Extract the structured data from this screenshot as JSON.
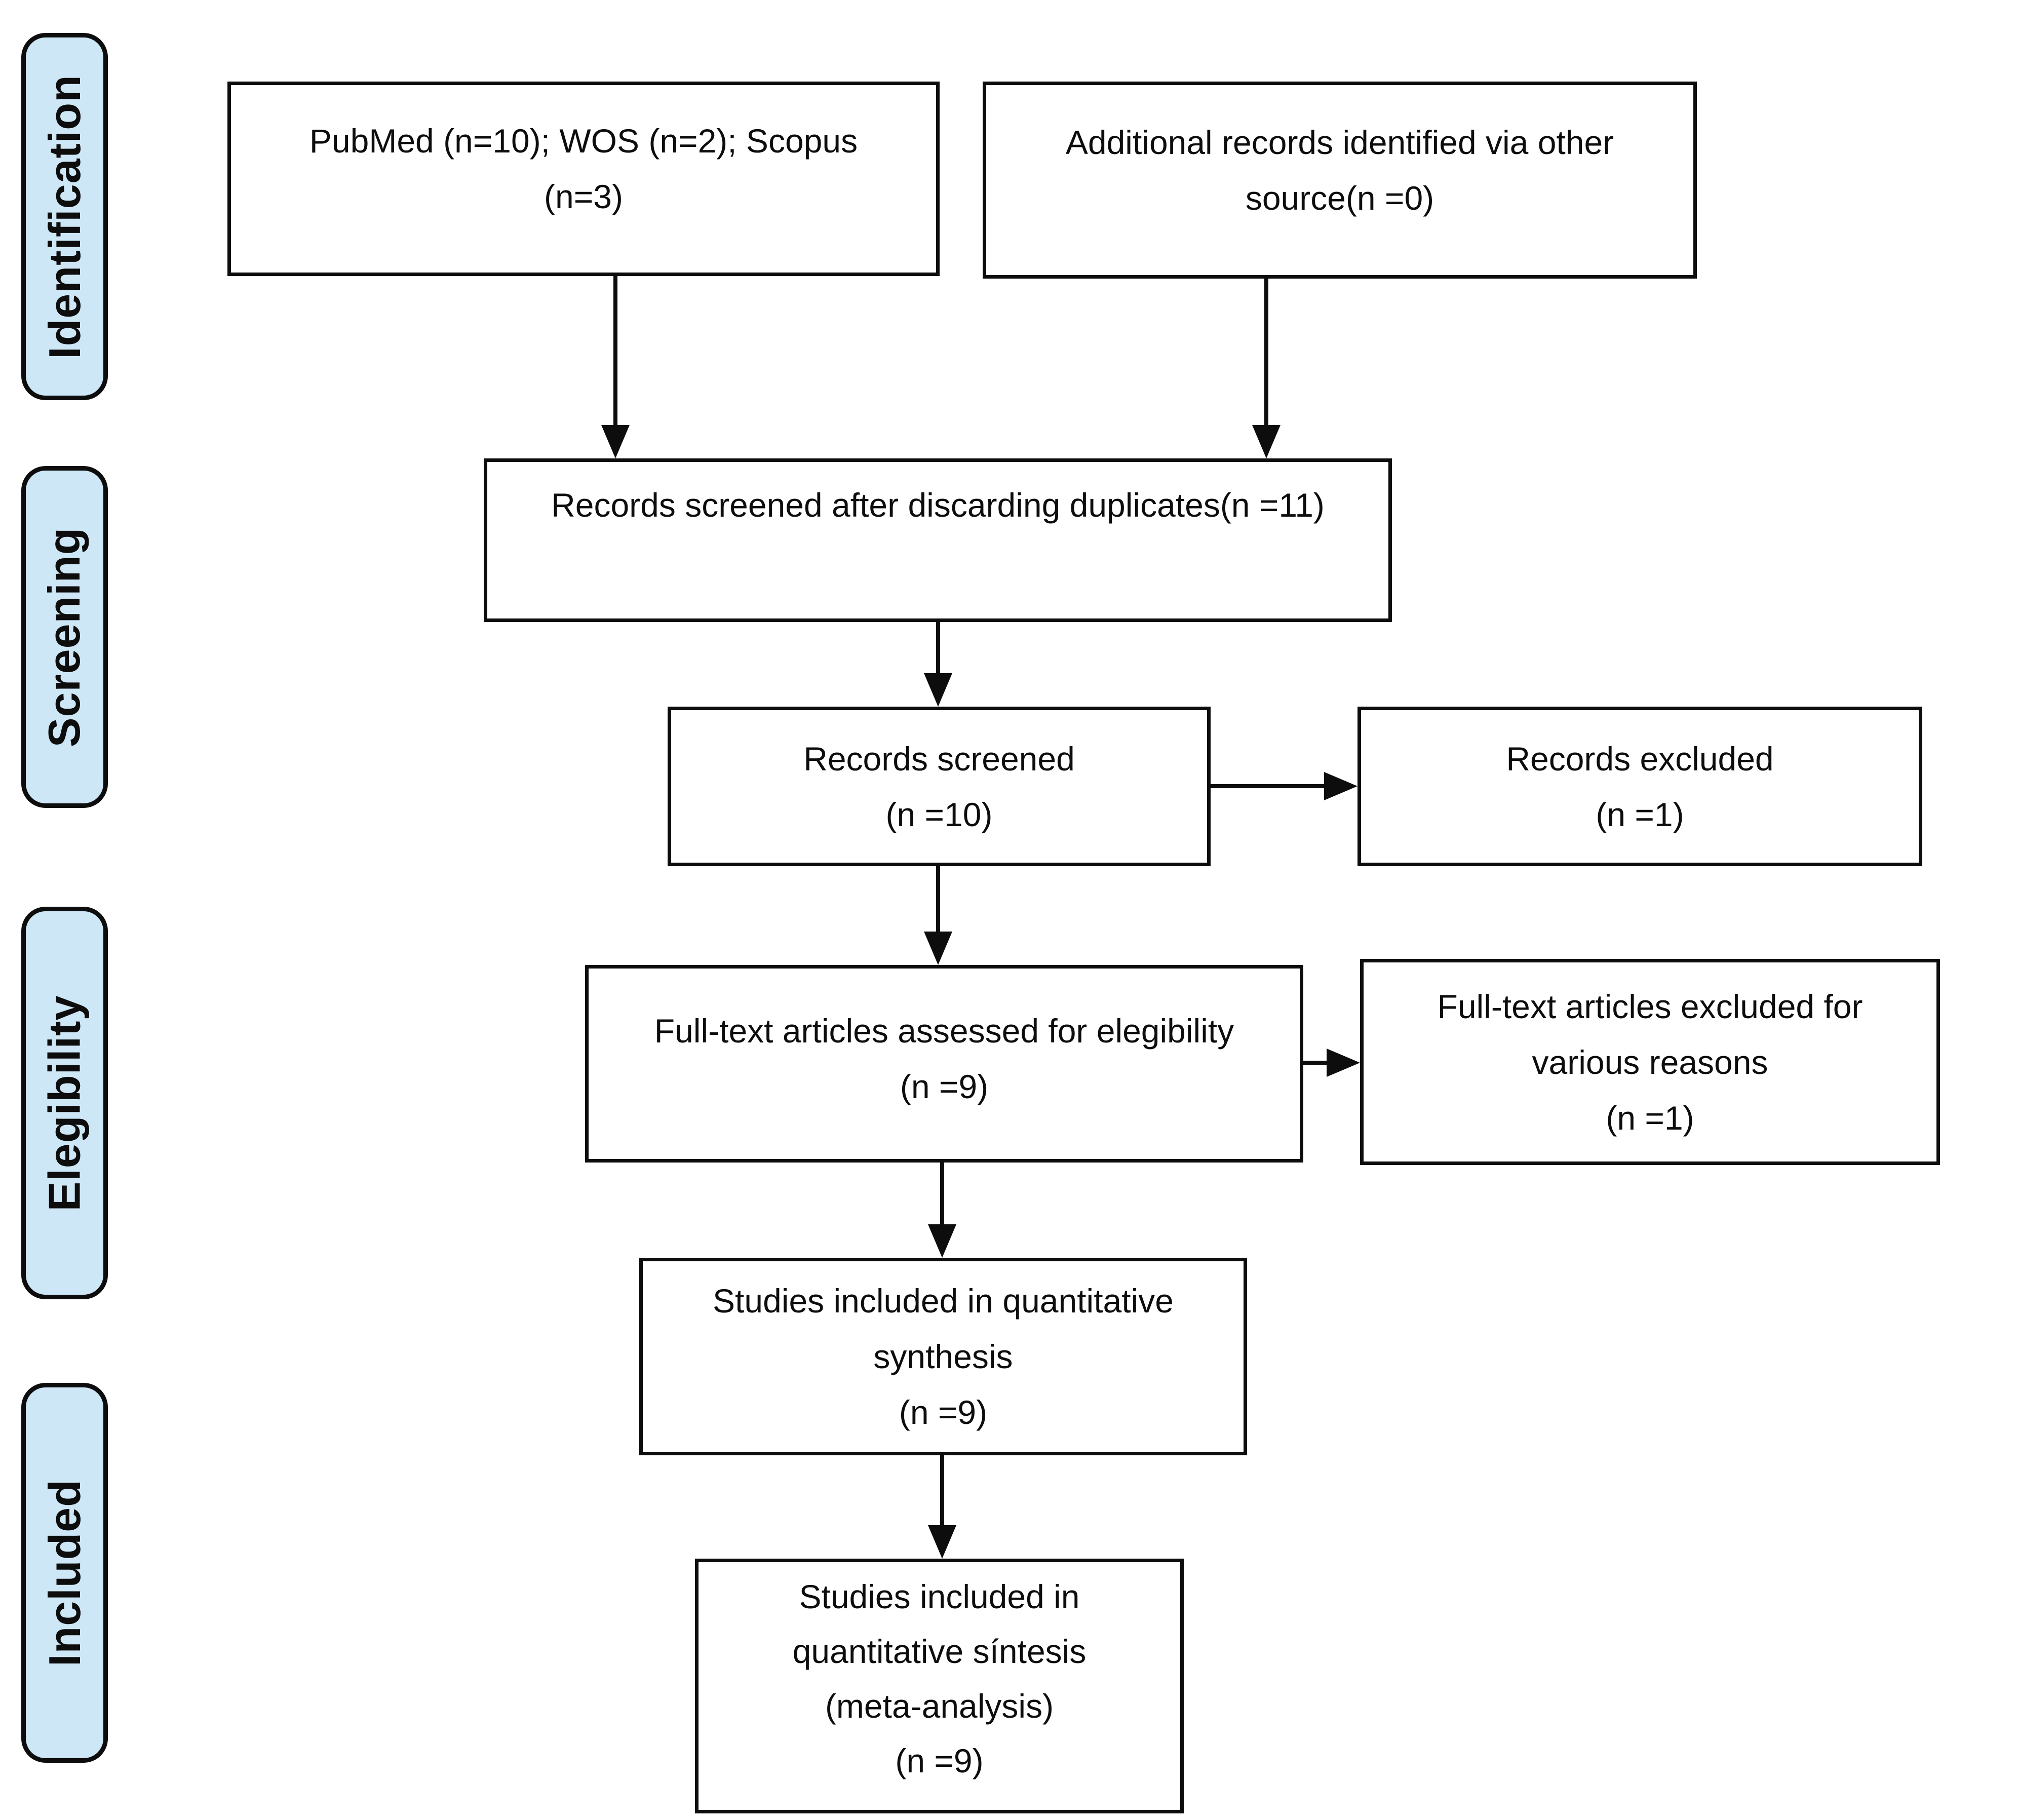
{
  "diagram": {
    "type": "prisma-flow",
    "colors": {
      "stage_fill": "#cee7f7",
      "stage_border": "#0d0d0d",
      "box_fill": "#ffffff",
      "box_border": "#0d0d0d",
      "arrow": "#0d0d0d",
      "background": "#ffffff"
    },
    "stages": [
      {
        "label": "Identification"
      },
      {
        "label": "Screening"
      },
      {
        "label": "Elegibility"
      },
      {
        "label": "Included"
      }
    ],
    "boxes": [
      {
        "id": "databases",
        "text": "PubMed (n=10); WOS (n=2); Scopus\n(n=3)"
      },
      {
        "id": "additional-records",
        "text": "Additional records identified via other\nsource(n =0)"
      },
      {
        "id": "after-duplicates",
        "text": "Records screened after discarding duplicates(n =11)"
      },
      {
        "id": "records-screened",
        "text": "Records screened\n(n =10)"
      },
      {
        "id": "records-excluded",
        "text": "Records excluded\n(n =1)"
      },
      {
        "id": "fulltext-assessed",
        "text": "Full-text articles assessed for elegibility\n(n =9)"
      },
      {
        "id": "fulltext-excluded",
        "text": "Full-text articles excluded for\nvarious reasons\n(n =1)"
      },
      {
        "id": "quantitative-synthesis",
        "text": "Studies included in quantitative\nsynthesis\n(n =9)"
      },
      {
        "id": "meta-analysis",
        "text": "Studies included in\nquantitative síntesis\n(meta-analysis)\n(n =9)"
      }
    ]
  }
}
